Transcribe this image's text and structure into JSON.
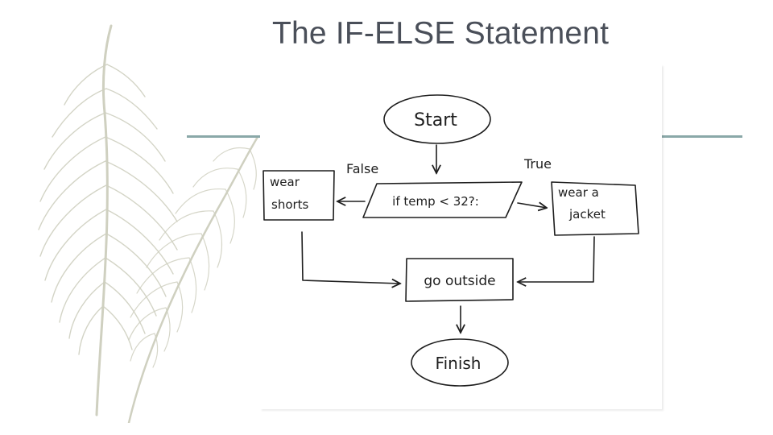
{
  "slide": {
    "title": "The IF-ELSE Statement"
  },
  "flowchart": {
    "start_label": "Start",
    "decision_label": "if temp < 32?:",
    "false_branch_label": "False",
    "true_branch_label": "True",
    "false_action_line1": "wear",
    "false_action_line2": "shorts",
    "true_action_line1": "wear a",
    "true_action_line2": "jacket",
    "merge_action_label": "go outside",
    "finish_label": "Finish"
  },
  "colors": {
    "title": "#4a4f59",
    "accent_rule": "#8aa8a8",
    "ink": "#1e1e1e",
    "feather": "#cfd0c0"
  }
}
